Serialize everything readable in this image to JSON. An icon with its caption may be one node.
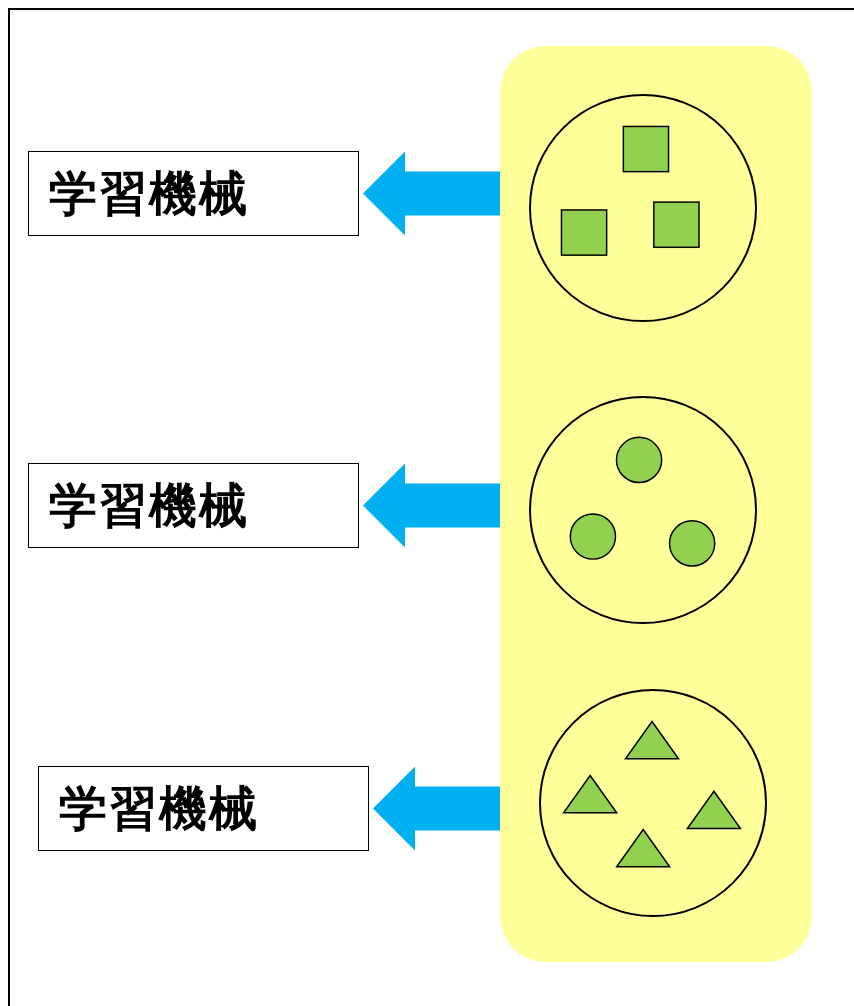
{
  "diagram": {
    "nodes": [
      {
        "text": [],
        "shape": "box"
      },
      {
        "text": [],
        "shape": "circle",
        "in": 0
      },
      {
        "text": [],
        "shape": "circle",
        "in": 0
      },
      {
        "text": [],
        "shape": "circle",
        "in": 0
      },
      {
        "text": [
          "学習機械"
        ]
      },
      {
        "text": [
          "学習機械"
        ]
      },
      {
        "text": [
          "学習機械"
        ]
      }
    ],
    "edges": [
      {
        "from": 0,
        "to": 4,
        "arrow": "to"
      },
      {
        "from": 0,
        "to": 5,
        "arrow": "to"
      },
      {
        "from": 0,
        "to": 6,
        "arrow": "to"
      }
    ]
  }
}
